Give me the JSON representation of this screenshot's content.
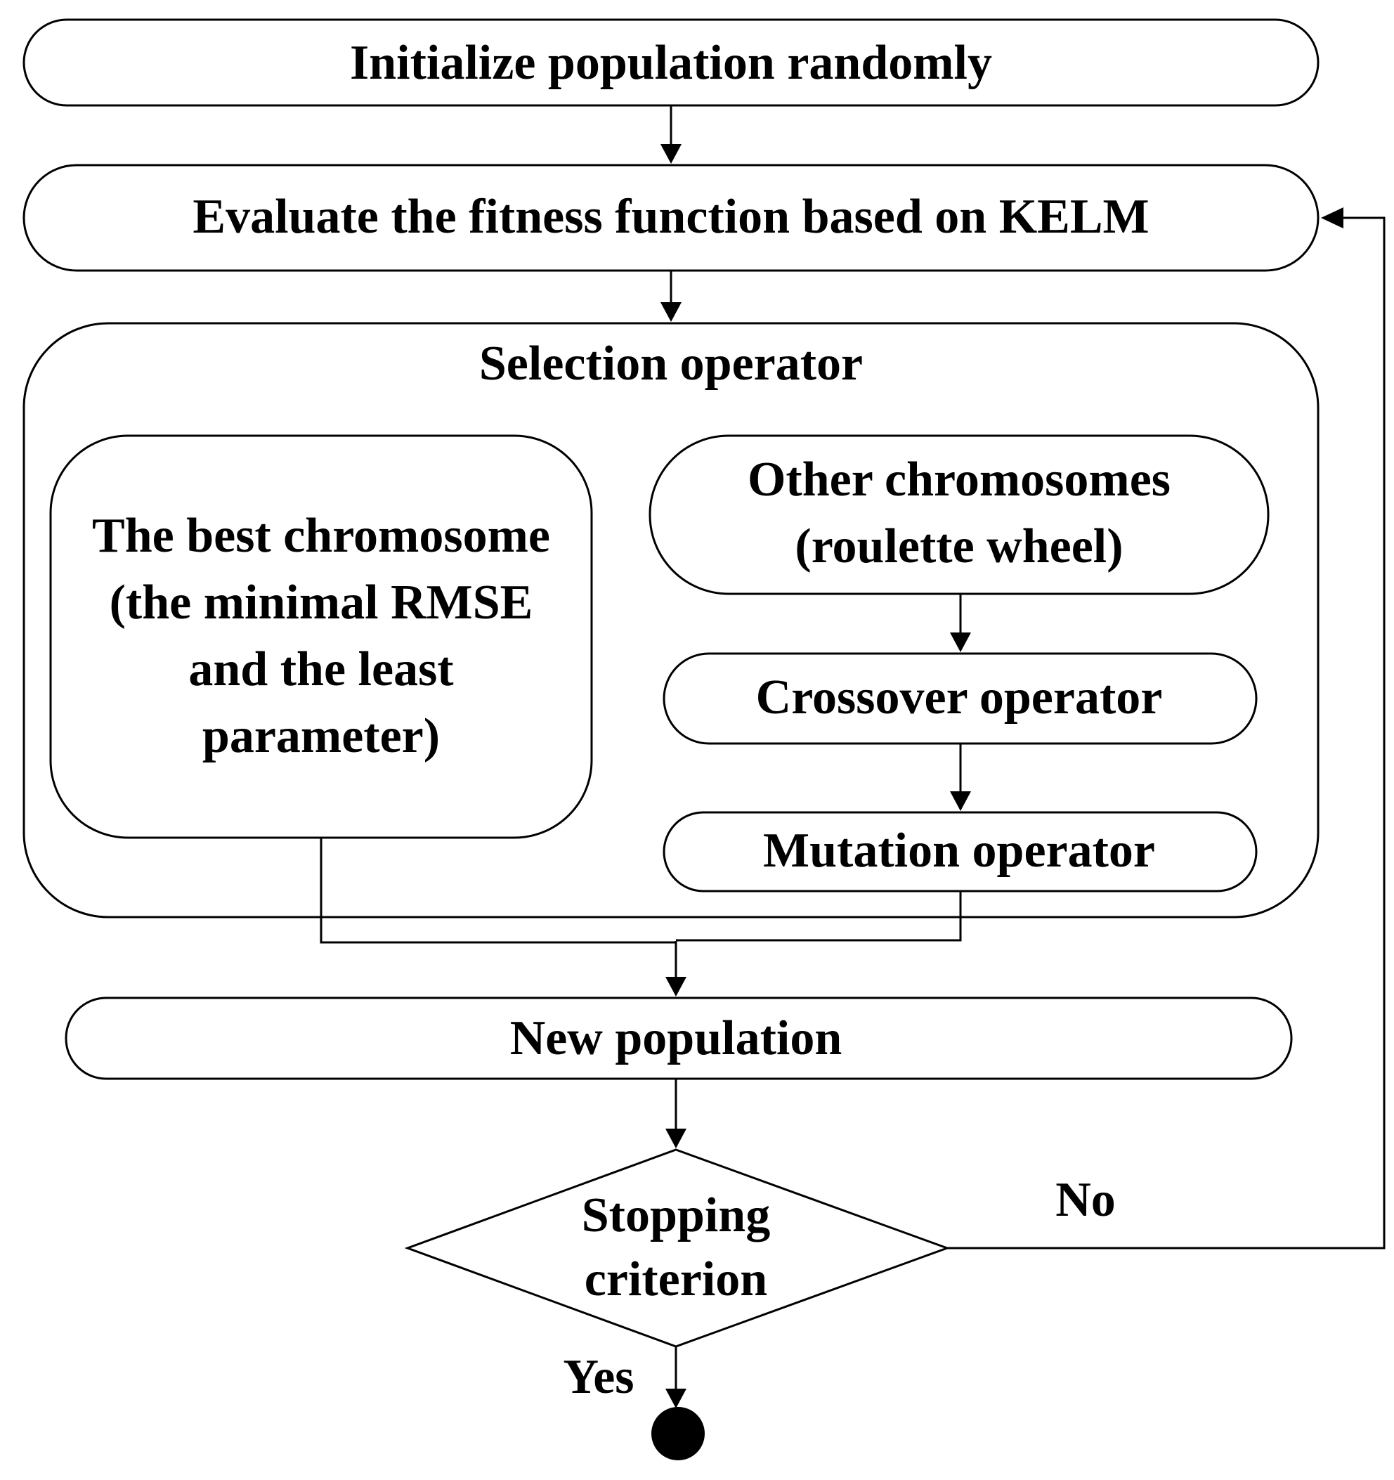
{
  "nodes": {
    "init": {
      "label": "Initialize population randomly"
    },
    "evaluate": {
      "label": "Evaluate the fitness function based on KELM"
    },
    "selection": {
      "label": "Selection operator"
    },
    "best": {
      "lines": [
        "The best chromosome",
        "(the minimal RMSE",
        "and the least",
        "parameter)"
      ]
    },
    "other": {
      "lines": [
        "Other chromosomes",
        "(roulette wheel)"
      ]
    },
    "crossover": {
      "label": "Crossover operator"
    },
    "mutation": {
      "label": "Mutation operator"
    },
    "new_population": {
      "label": "New population"
    },
    "stopping": {
      "lines": [
        "Stopping",
        "criterion"
      ]
    }
  },
  "edges": {
    "no_label": "No",
    "yes_label": "Yes"
  },
  "colors": {
    "stroke": "#000000",
    "fill": "#ffffff",
    "terminal": "#000000"
  }
}
